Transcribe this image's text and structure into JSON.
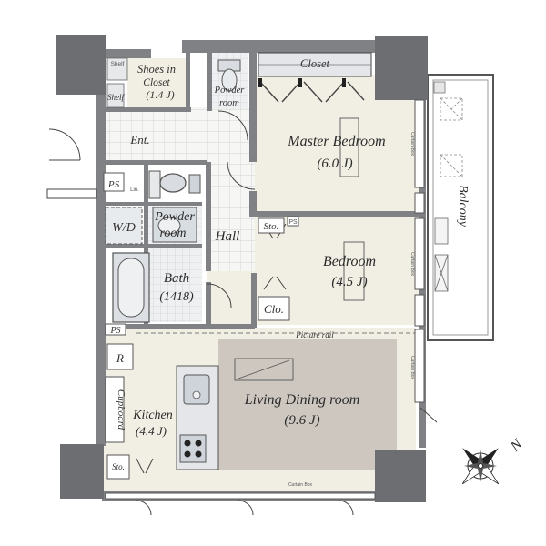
{
  "rooms": {
    "shoes_closet": {
      "name": "Shoes in Closet",
      "size": "(1.4 J)"
    },
    "shelf_top": "Shelf",
    "shelf_left": "Shelf",
    "powder_top": {
      "line1": "Powder",
      "line2": "room"
    },
    "closet": "Closet",
    "master": {
      "name": "Master Bedroom",
      "size": "(6.0 J)"
    },
    "ent": "Ent.",
    "ps1": "PS",
    "lin": "Lin.",
    "wd": "W/D",
    "powder_mid": {
      "line1": "Powder",
      "line2": "room"
    },
    "hall": "Hall",
    "sto_top": "Sto.",
    "ps_small": "PS",
    "bedroom": {
      "name": "Bedroom",
      "size": "(4.5 J)"
    },
    "bath": {
      "name": "Bath",
      "size": "(1418)"
    },
    "clo": "Clo.",
    "ps2": "PS",
    "fridge": "R",
    "picture_rail": "Picture rail",
    "cupboard": "Cupboard",
    "kitchen": {
      "name": "Kitchen",
      "size": "(4.4 J)"
    },
    "living": {
      "name": "Living Dining room",
      "size": "(9.6 J)"
    },
    "sto_bottom": "Sto.",
    "balcony": "Balcony",
    "curtain_box_1": "Curtain Box",
    "curtain_box_2": "Curtain Box",
    "curtain_box_3": "Curtain Box",
    "curtain_box_4": "Curtain Box"
  },
  "compass": {
    "north": "N"
  },
  "colors": {
    "wall": "#7f8184",
    "pillar": "#6c6e72",
    "room_fill": "#f1eee3",
    "tile_fill": "#f4f4f2",
    "carpet": "#cdc7c0",
    "fixture": "#c9ced4"
  }
}
